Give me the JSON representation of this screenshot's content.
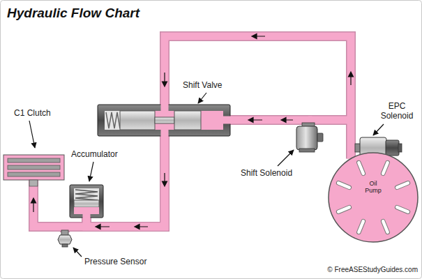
{
  "diagram": {
    "title": "Hydraulic Flow Chart",
    "nodes": [
      {
        "text": [
          "C1 Clutch"
        ]
      },
      {
        "text": [
          "Shift Valve"
        ]
      },
      {
        "text": [
          "EPC Solenoid"
        ]
      },
      {
        "text": [
          "Accumulator"
        ]
      },
      {
        "text": [
          "Shift Solenoid"
        ]
      },
      {
        "text": [
          "Oil Pump"
        ]
      },
      {
        "text": [
          "Pressure Sensor"
        ]
      }
    ],
    "edges": [
      {
        "from": 5,
        "to": 1,
        "arrow": "to"
      },
      {
        "from": 4,
        "to": 1,
        "arrow": "to"
      },
      {
        "from": 1,
        "to": 3,
        "arrow": "to"
      },
      {
        "from": 1,
        "to": 0,
        "arrow": "to"
      }
    ],
    "labels": [
      "© FreeASEStudyGuides.com"
    ]
  }
}
